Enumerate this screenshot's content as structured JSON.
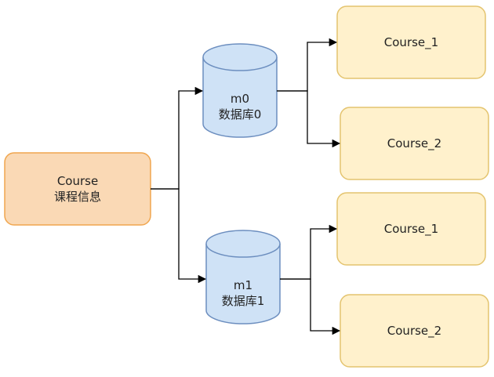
{
  "colors": {
    "source_fill": "#fad9b5",
    "source_stroke": "#f0a64f",
    "db_fill": "#cfe2f6",
    "db_stroke": "#6c8ebf",
    "table_fill": "#fff1cc",
    "table_stroke": "#e4c46f",
    "connector": "#000000"
  },
  "source": {
    "line1": "Course",
    "line2": "课程信息"
  },
  "databases": [
    {
      "line1": "m0",
      "line2": "数据库0",
      "tables": [
        {
          "label": "Course_1"
        },
        {
          "label": "Course_2"
        }
      ]
    },
    {
      "line1": "m1",
      "line2": "数据库1",
      "tables": [
        {
          "label": "Course_1"
        },
        {
          "label": "Course_2"
        }
      ]
    }
  ]
}
